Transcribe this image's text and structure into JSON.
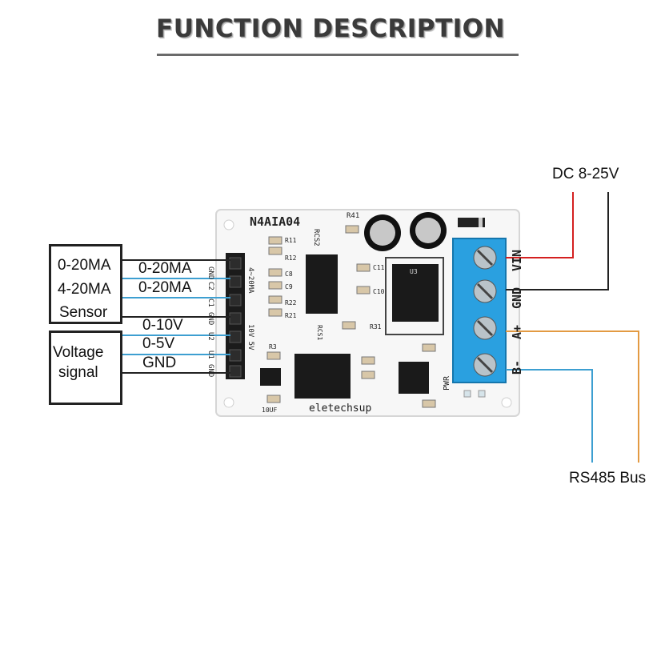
{
  "title": "FUNCTION DESCRIPTION",
  "left_box_sensor": {
    "line1": "0-20MA",
    "line2": "4-20MA",
    "line3": "Sensor"
  },
  "left_box_voltage": {
    "line1": "Voltage",
    "line2": "signal"
  },
  "wire_labels": [
    "0-20MA",
    "0-20MA",
    "0-10V",
    "0-5V",
    "GND"
  ],
  "power_label": "DC 8-25V",
  "bus_label": "RS485 Bus",
  "board": {
    "model": "N4AIA04",
    "brand": "eletechsup",
    "header_pins": [
      "GND",
      "C2",
      "C1",
      "GND",
      "U2",
      "U1",
      "GND"
    ],
    "range_current": "4~20MA",
    "range_voltage": "10V 5V",
    "terminals": [
      "VIN",
      "GND",
      "A+",
      "B-"
    ],
    "pwr": "PWR",
    "components": [
      "R41",
      "RCS2",
      "R11",
      "R12",
      "C8",
      "R22",
      "C9",
      "R21",
      "C11",
      "C10",
      "U3",
      "R31",
      "RCS1",
      "R3",
      "10UF"
    ]
  },
  "colors": {
    "wire_dark": "#222222",
    "wire_blue": "#3d9fd1",
    "wire_red": "#d42020",
    "wire_orange": "#e39a42",
    "terminal_blue": "#2aa0e0"
  }
}
